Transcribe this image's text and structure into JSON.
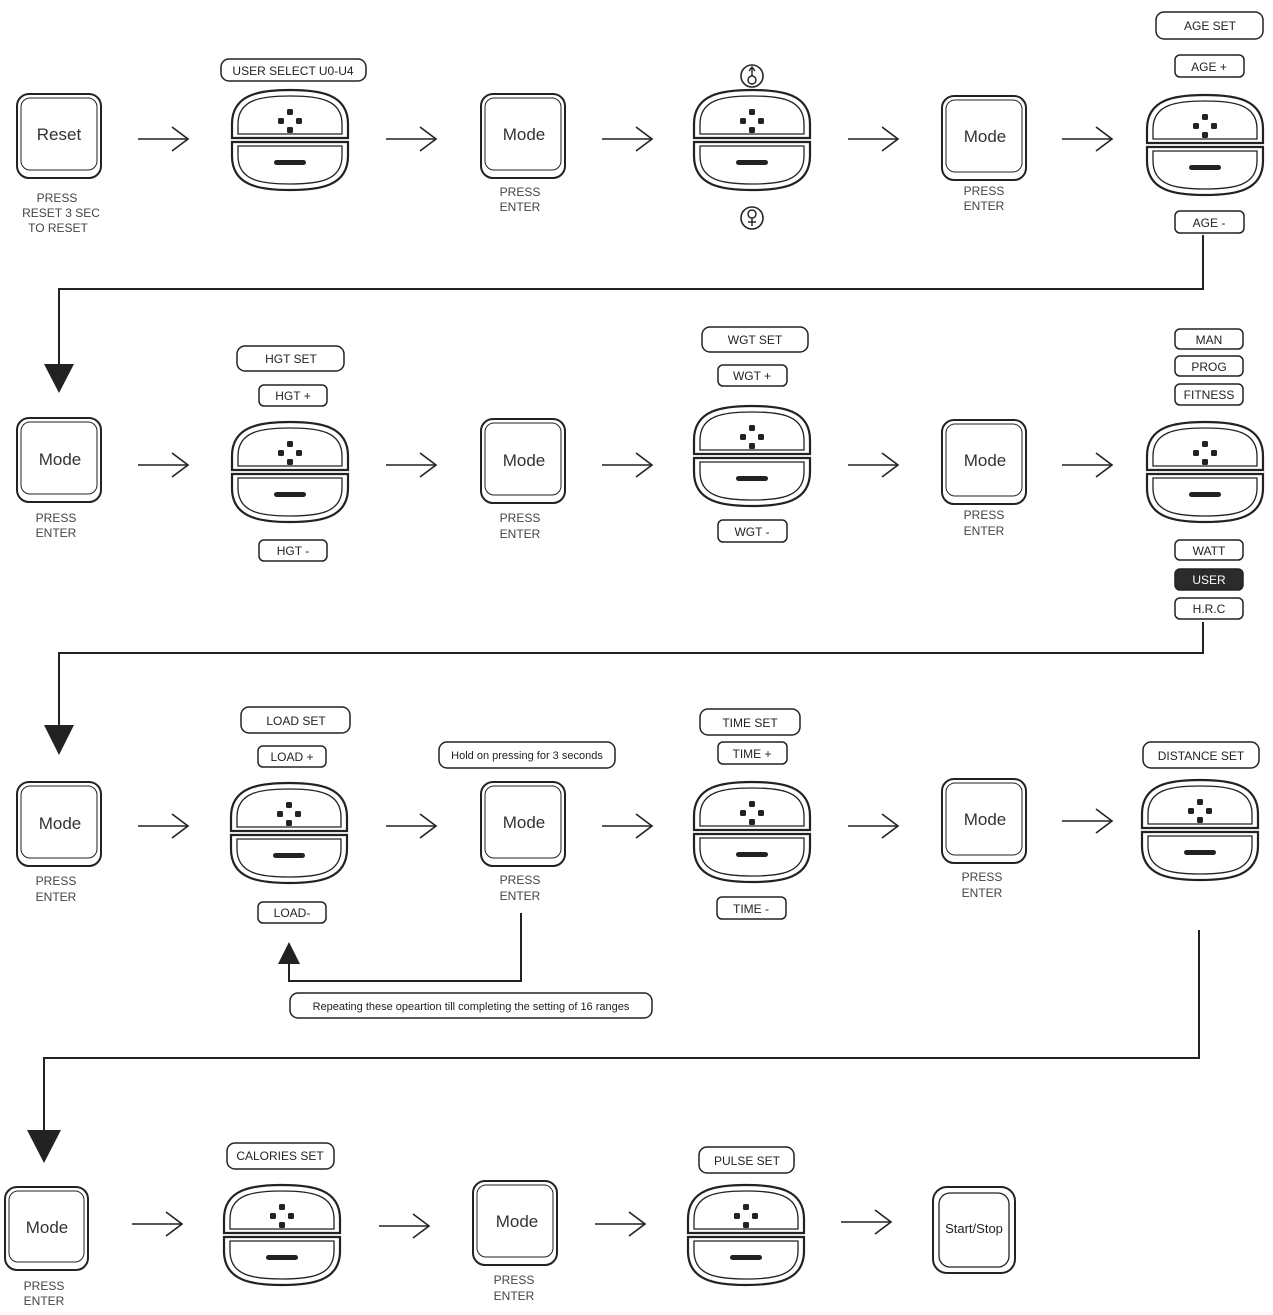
{
  "colors": {
    "stroke": "#222222",
    "highlight_fill": "#2b2b2b",
    "text": "#333333"
  },
  "row1": {
    "reset_button": "Reset",
    "reset_caption": [
      "PRESS",
      "RESET 3 SEC",
      "TO RESET"
    ],
    "user_select_tag": "USER SELECT U0-U4",
    "mode1": "Mode",
    "mode1_caption": [
      "PRESS",
      "ENTER"
    ],
    "male_icon": "male-icon",
    "female_icon": "female-icon",
    "mode2": "Mode",
    "mode2_caption": [
      "PRESS",
      "ENTER"
    ],
    "age_set": "AGE SET",
    "age_plus": "AGE +",
    "age_minus": "AGE -"
  },
  "row2": {
    "mode1": "Mode",
    "mode1_caption": [
      "PRESS",
      "ENTER"
    ],
    "hgt_set": "HGT SET",
    "hgt_plus": "HGT +",
    "hgt_minus": "HGT -",
    "mode2": "Mode",
    "mode2_caption": [
      "PRESS",
      "ENTER"
    ],
    "wgt_set": "WGT SET",
    "wgt_plus": "WGT +",
    "wgt_minus": "WGT -",
    "mode3": "Mode",
    "mode3_caption": [
      "PRESS",
      "ENTER"
    ],
    "programs_top": [
      "MAN",
      "PROG",
      "FITNESS"
    ],
    "programs_bottom": [
      "WATT",
      "USER",
      "H.R.C"
    ],
    "selected_program": "USER"
  },
  "row3": {
    "mode1": "Mode",
    "mode1_caption": [
      "PRESS",
      "ENTER"
    ],
    "load_set": "LOAD SET",
    "load_plus": "LOAD +",
    "load_minus": "LOAD-",
    "hold_note": "Hold on pressing for 3 seconds",
    "mode2": "Mode",
    "mode2_caption": [
      "PRESS",
      "ENTER"
    ],
    "repeat_note": "Repeating these opeartion till completing the setting of 16 ranges",
    "time_set": "TIME SET",
    "time_plus": "TIME +",
    "time_minus": "TIME -",
    "mode3": "Mode",
    "mode3_caption": [
      "PRESS",
      "ENTER"
    ],
    "distance_set": "DISTANCE SET"
  },
  "row4": {
    "mode1": "Mode",
    "mode1_caption": [
      "PRESS",
      "ENTER"
    ],
    "calories_set": "CALORIES SET",
    "mode2": "Mode",
    "mode2_caption": [
      "PRESS",
      "ENTER"
    ],
    "pulse_set": "PULSE SET",
    "start_stop": "Start/Stop"
  }
}
